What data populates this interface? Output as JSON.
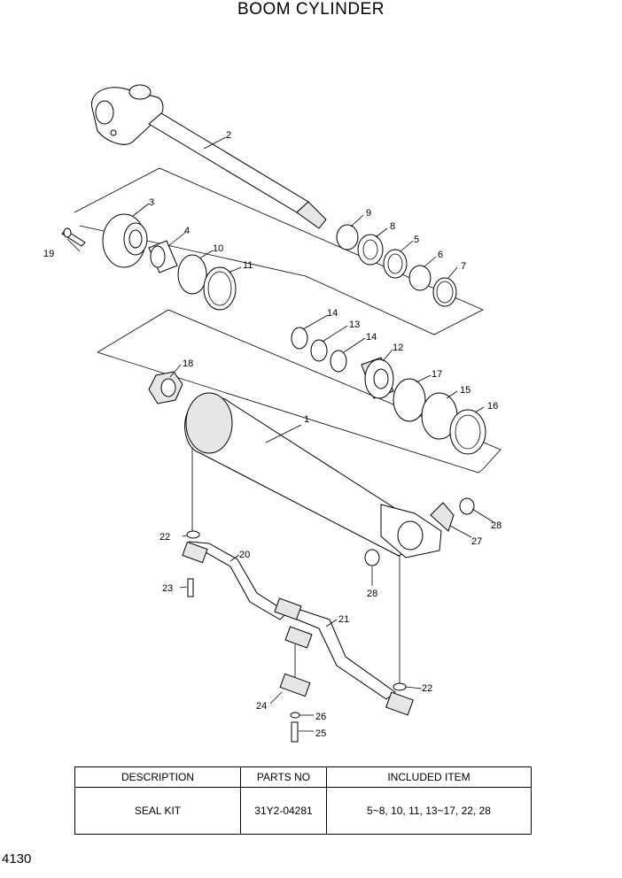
{
  "title": "BOOM CYLINDER",
  "page_number": "4130",
  "callouts": [
    "1",
    "2",
    "3",
    "4",
    "5",
    "6",
    "7",
    "8",
    "9",
    "10",
    "11",
    "12",
    "13",
    "14",
    "14",
    "15",
    "16",
    "17",
    "18",
    "19",
    "20",
    "21",
    "22",
    "22",
    "23",
    "24",
    "25",
    "26",
    "27",
    "28",
    "28"
  ],
  "table": {
    "headers": [
      "DESCRIPTION",
      "PARTS NO",
      "INCLUDED ITEM"
    ],
    "rows": [
      [
        "SEAL KIT",
        "31Y2-04281",
        "5~8, 10, 11, 13~17, 22, 28"
      ]
    ]
  }
}
